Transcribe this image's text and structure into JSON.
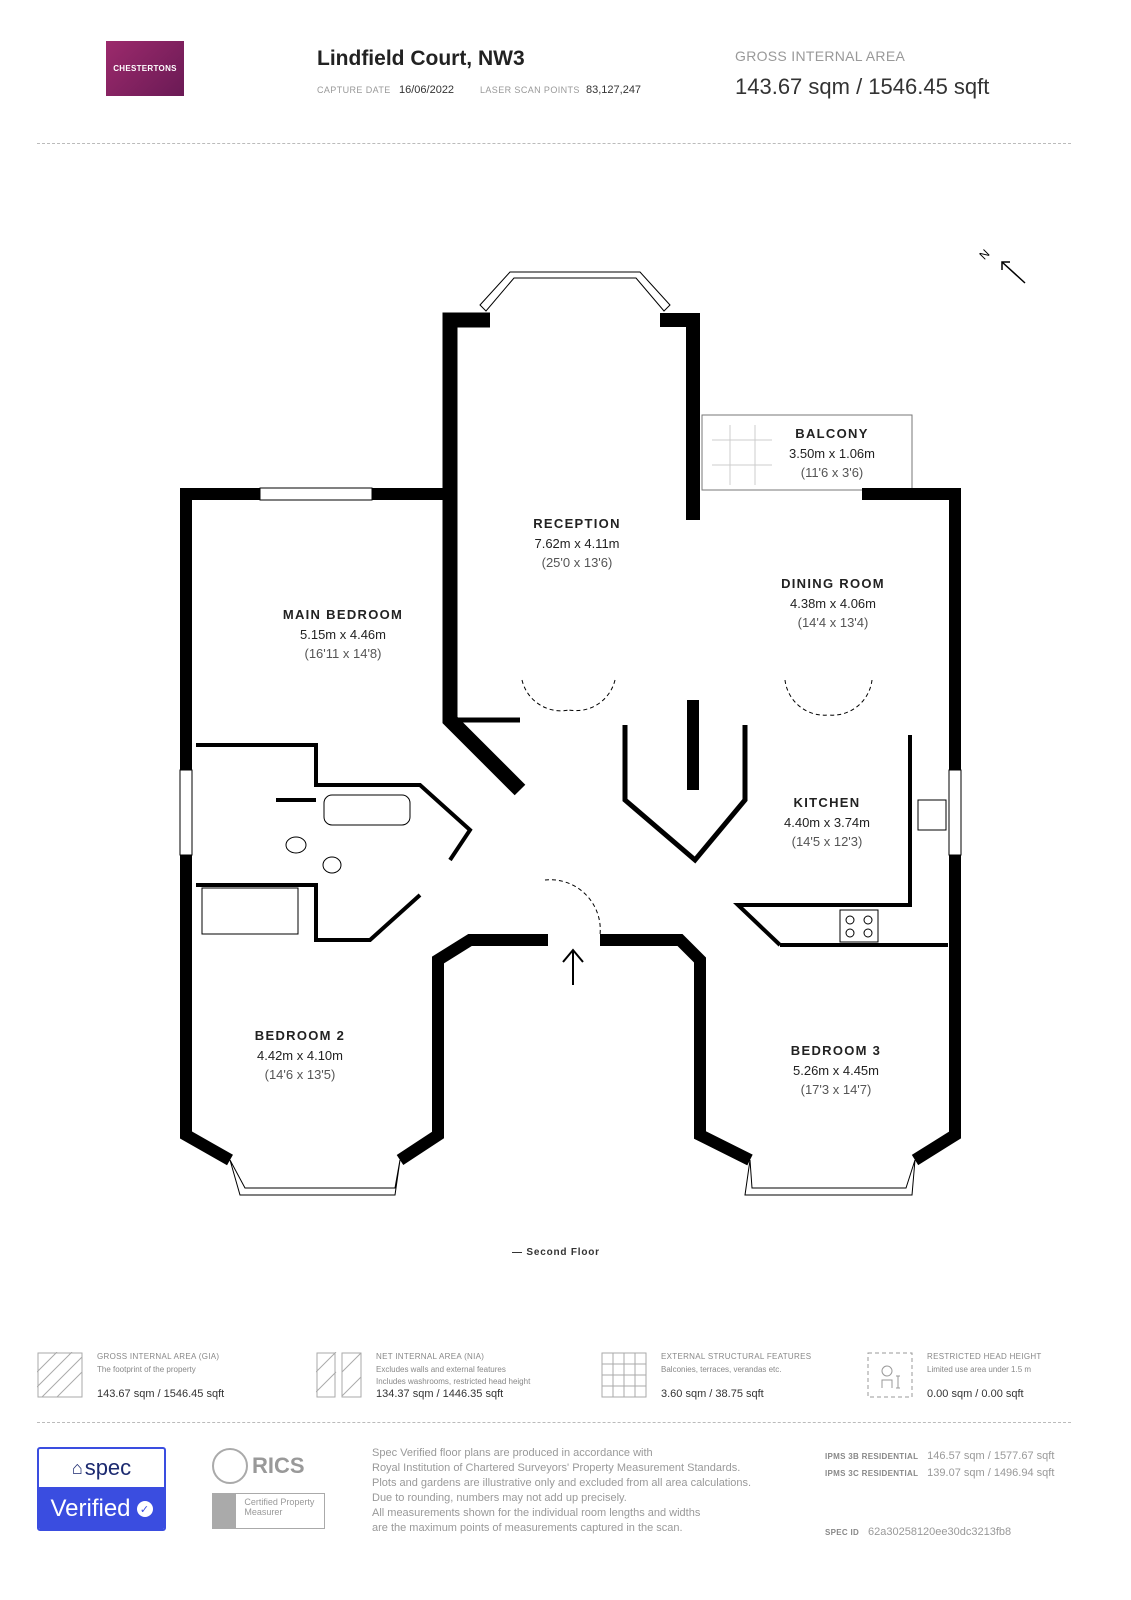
{
  "header": {
    "brand": "CHESTERTONS",
    "title": "Lindfield Court, NW3",
    "capture_date_label": "CAPTURE DATE",
    "capture_date": "16/06/2022",
    "scan_points_label": "LASER SCAN POINTS",
    "scan_points": "83,127,247",
    "gia_label": "GROSS INTERNAL AREA",
    "gia_value": "143.67 sqm / 1546.45 sqft"
  },
  "plan": {
    "floor_label": "— Second Floor",
    "compass": "N",
    "rooms": [
      {
        "name": "BALCONY",
        "metric": "3.50m x 1.06m",
        "imperial": "(11'6 x 3'6)"
      },
      {
        "name": "RECEPTION",
        "metric": "7.62m x 4.11m",
        "imperial": "(25'0 x 13'6)"
      },
      {
        "name": "MAIN BEDROOM",
        "metric": "5.15m x 4.46m",
        "imperial": "(16'11 x 14'8)"
      },
      {
        "name": "DINING ROOM",
        "metric": "4.38m x 4.06m",
        "imperial": "(14'4 x 13'4)"
      },
      {
        "name": "KITCHEN",
        "metric": "4.40m x 3.74m",
        "imperial": "(14'5 x 12'3)"
      },
      {
        "name": "BEDROOM 2",
        "metric": "4.42m x 4.10m",
        "imperial": "(14'6 x 13'5)"
      },
      {
        "name": "BEDROOM 3",
        "metric": "5.26m x 4.45m",
        "imperial": "(17'3 x 14'7)"
      }
    ]
  },
  "legend": [
    {
      "title": "GROSS INTERNAL AREA (GIA)",
      "desc": "The footprint of the property",
      "desc2": "",
      "value": "143.67 sqm / 1546.45 sqft",
      "icon": "hatched-square-icon"
    },
    {
      "title": "NET INTERNAL AREA (NIA)",
      "desc": "Excludes walls and external features",
      "desc2": "Includes washrooms, restricted head height",
      "value": "134.37 sqm / 1446.35 sqft",
      "icon": "hatched-plan-icon"
    },
    {
      "title": "EXTERNAL STRUCTURAL FEATURES",
      "desc": "Balconies, terraces, verandas etc.",
      "desc2": "",
      "value": "3.60 sqm / 38.75 sqft",
      "icon": "grid-icon"
    },
    {
      "title": "RESTRICTED HEAD HEIGHT",
      "desc": "Limited use area under 1.5 m",
      "desc2": "",
      "value": "0.00 sqm / 0.00 sqft",
      "icon": "person-icon"
    }
  ],
  "footer": {
    "spec_label": "spec",
    "verified_label": "Verified",
    "rics_label": "RICS",
    "rics_badge": "Certified Property Measurer",
    "disclaimer": [
      "Spec Verified floor plans are produced in accordance with",
      "Royal Institution of Chartered Surveyors' Property Measurement Standards.",
      "Plots and gardens are illustrative only and excluded from all area calculations.",
      "Due to rounding, numbers may not add up precisely.",
      "All measurements shown for the individual room lengths and widths",
      "are the maximum points of measurements captured in the scan."
    ],
    "ipms": [
      {
        "label": "IPMS 3B RESIDENTIAL",
        "value": "146.57 sqm / 1577.67 sqft"
      },
      {
        "label": "IPMS 3C RESIDENTIAL",
        "value": "139.07 sqm / 1496.94 sqft"
      }
    ],
    "spec_id_label": "SPEC ID",
    "spec_id": "62a30258120ee30dc3213fb8"
  },
  "colors": {
    "brand": "#8a2463",
    "spec_blue": "#3a4de0",
    "wall": "#000000"
  }
}
